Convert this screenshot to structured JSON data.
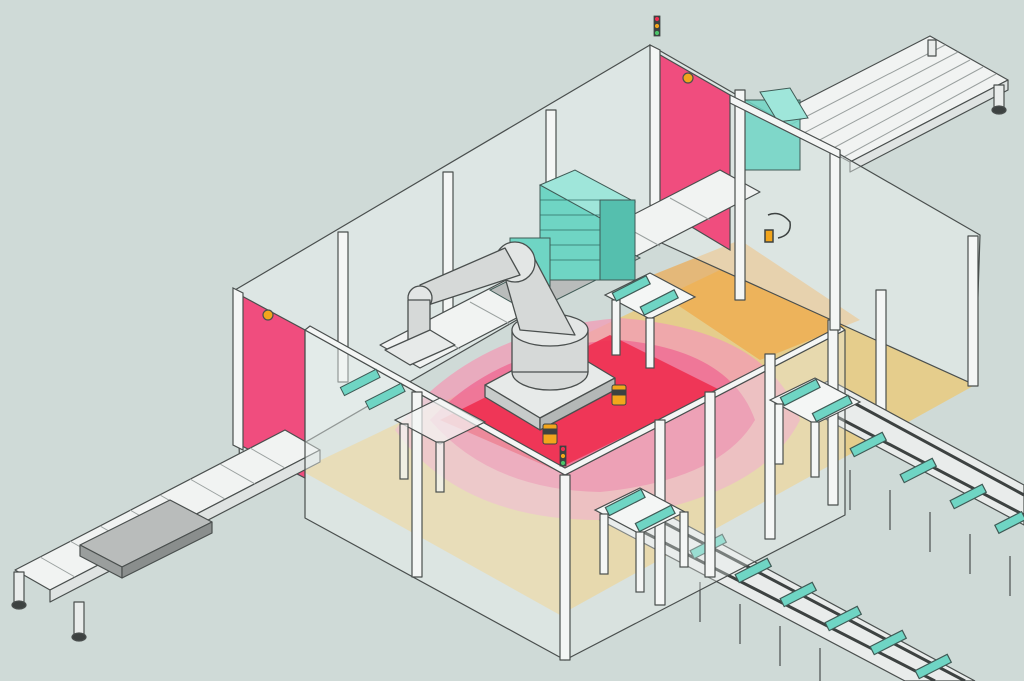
{
  "scene": {
    "kind": "isometric robotic palletizing cell with safety zones",
    "colors": {
      "background": "#cfdad7",
      "glass": "#eaf1ef",
      "frame": "#f4f6f5",
      "outline": "#4a4f4e",
      "door": "#f04d7e",
      "zone_warning": "#f7c34e",
      "zone_caution": "#f2a23a",
      "zone_danger_outer": "#f29bb6",
      "zone_danger_mid": "#ef6a93",
      "zone_danger_inner": "#ee2f50",
      "robot": "#d6d9d8",
      "product": "#6fd5c4",
      "pallet": "#b9bcbb",
      "sensor": "#f2a51c",
      "roller": "#f1f3f2"
    },
    "icons": [
      "safety-door-left",
      "safety-door-rear",
      "industrial-robot-arm",
      "safety-laser-scanner",
      "signal-light-tower",
      "roller-conveyor",
      "chain-conveyor",
      "door-lock"
    ]
  }
}
